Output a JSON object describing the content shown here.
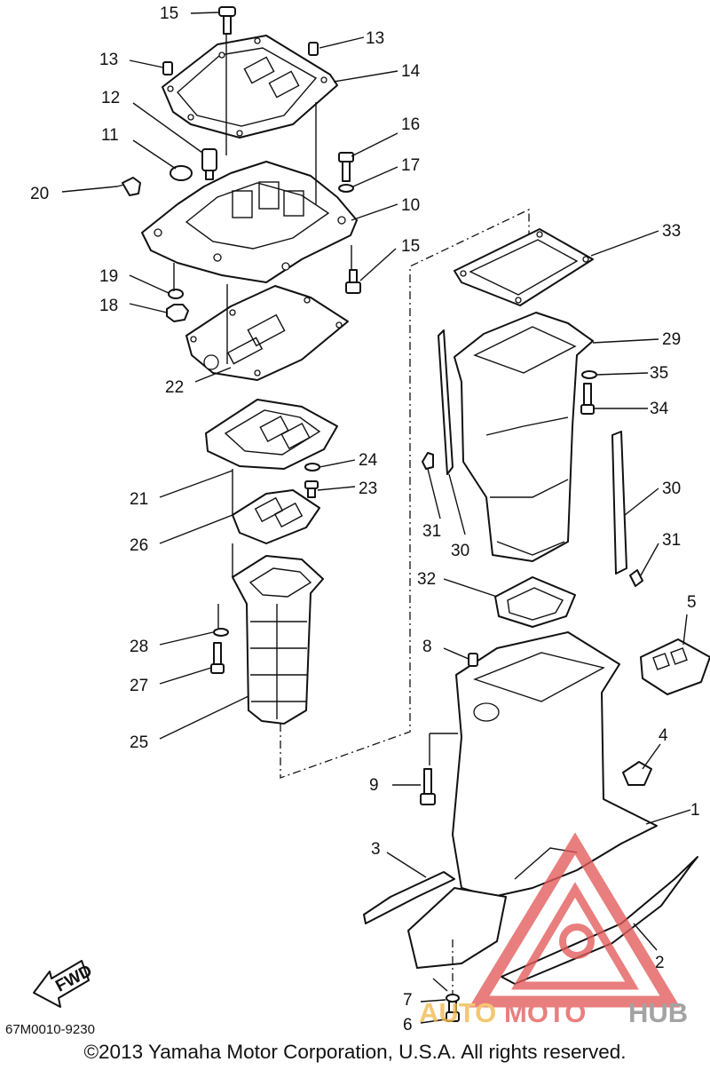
{
  "diagram": {
    "callouts": {
      "c1": "1",
      "c2": "2",
      "c3": "3",
      "c4": "4",
      "c5": "5",
      "c6": "6",
      "c7": "7",
      "c8": "8",
      "c9": "9",
      "c10": "10",
      "c11": "11",
      "c12": "12",
      "c13a": "13",
      "c13b": "13",
      "c14": "14",
      "c15a": "15",
      "c15b": "15",
      "c16": "16",
      "c17": "17",
      "c18": "18",
      "c19": "19",
      "c20": "20",
      "c21": "21",
      "c22": "22",
      "c23": "23",
      "c24": "24",
      "c25": "25",
      "c26": "26",
      "c27": "27",
      "c28": "28",
      "c29": "29",
      "c30a": "30",
      "c30b": "30",
      "c31a": "31",
      "c31b": "31",
      "c32": "32",
      "c33": "33",
      "c34": "34",
      "c35": "35"
    },
    "fwd_label": "FWD",
    "drawing_code": "67M0010-9230",
    "copyright": "©2013 Yamaha Motor Corporation, U.S.A. All rights reserved."
  },
  "watermark": {
    "part1": "AUTO",
    "part2": "MOTO",
    "part3": "HUB",
    "colors": {
      "auto": "#f2b84b",
      "moto": "#e35b5b",
      "hub": "#8a8a8a",
      "triangle": "#e35b5b"
    }
  }
}
